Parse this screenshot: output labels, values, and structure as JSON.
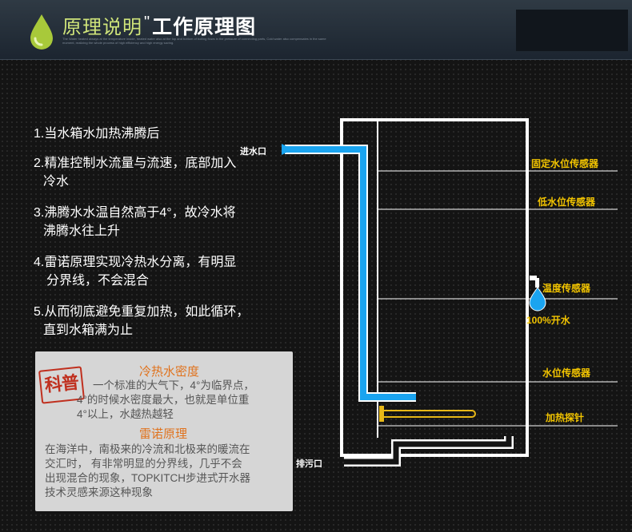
{
  "header": {
    "title_light": "原理说明",
    "title_dot": "\"",
    "title_bold": "工作原理图",
    "subtitle_small": "The Water heated always at the temperature inside, heated water also at the top and bottom of boiling flows in the pressure of connecting parts, Cold water also compensates in the same moment, realizing the whole process of high efficiency and high energy saving."
  },
  "steps": [
    {
      "line1": "1.当水箱水加热沸腾后"
    },
    {
      "line1": "2.精准控制水流量与流速，底部加入",
      "line2": "冷水"
    },
    {
      "line1": "3.沸腾水水温自然高于4°，故冷水将",
      "line2": "沸腾水往上升"
    },
    {
      "line1": "4.雷诺原理实现冷热水分离，有明显",
      "line2": "分界线，不会混合"
    },
    {
      "line1": "5.从而彻底避免重复加热，如此循环，",
      "line2": "直到水箱满为止"
    }
  ],
  "note": {
    "stamp": "科普",
    "heading1": "冷热水密度",
    "para1": [
      "一个标准的大气下，4°为临界点，",
      "4°的时候水密度最大，也就是单位重",
      "4°以上，水越热越轻"
    ],
    "heading2": "雷诺原理",
    "para2": [
      "在海洋中，南极来的冷流和北极来的暖流在",
      "交汇时，    有非常明显的分界线，几乎不会",
      "出现混合的现象，TOPKITCH步进式开水器",
      "技术灵感来源这种现象"
    ]
  },
  "diagram": {
    "inlet_label": "进水口",
    "drain_label": "排污口",
    "sensors": {
      "fixed_level": "固定水位传感器",
      "low_level": "低水位传感器",
      "temperature": "温度传感器",
      "boiling": "100%开水",
      "water_level": "水位传感器",
      "heating_probe": "加热探针"
    },
    "colors": {
      "pipe": "#1aa4f0",
      "sensor_label": "#f2c400",
      "heater": "#e8b818",
      "accent": "#cfe47a"
    }
  }
}
